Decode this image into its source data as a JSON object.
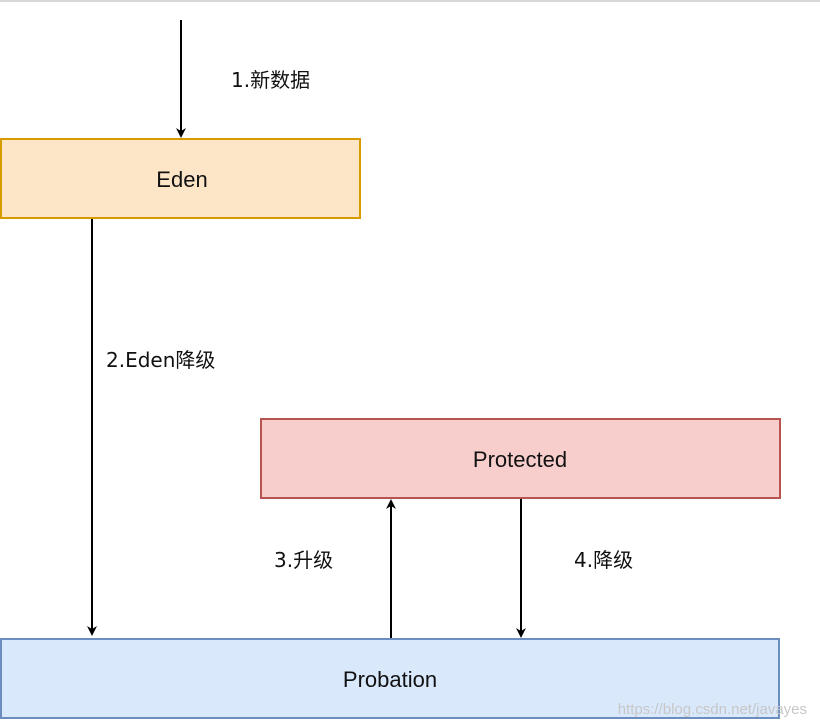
{
  "nodes": {
    "eden": {
      "label": "Eden",
      "fill": "#fde6c8",
      "stroke": "#d79b00"
    },
    "protected": {
      "label": "Protected",
      "fill": "#f8cecc",
      "stroke": "#b85450"
    },
    "probation": {
      "label": "Probation",
      "fill": "#dae8fc",
      "stroke": "#6c8ebf"
    }
  },
  "edges": {
    "new_data": "1.新数据",
    "eden_demote": "2.Eden降级",
    "promote": "3.升级",
    "demote": "4.降级"
  },
  "watermark": "https://blog.csdn.net/javayes",
  "colors": {
    "arrow": "#000000",
    "text": "#111111"
  }
}
